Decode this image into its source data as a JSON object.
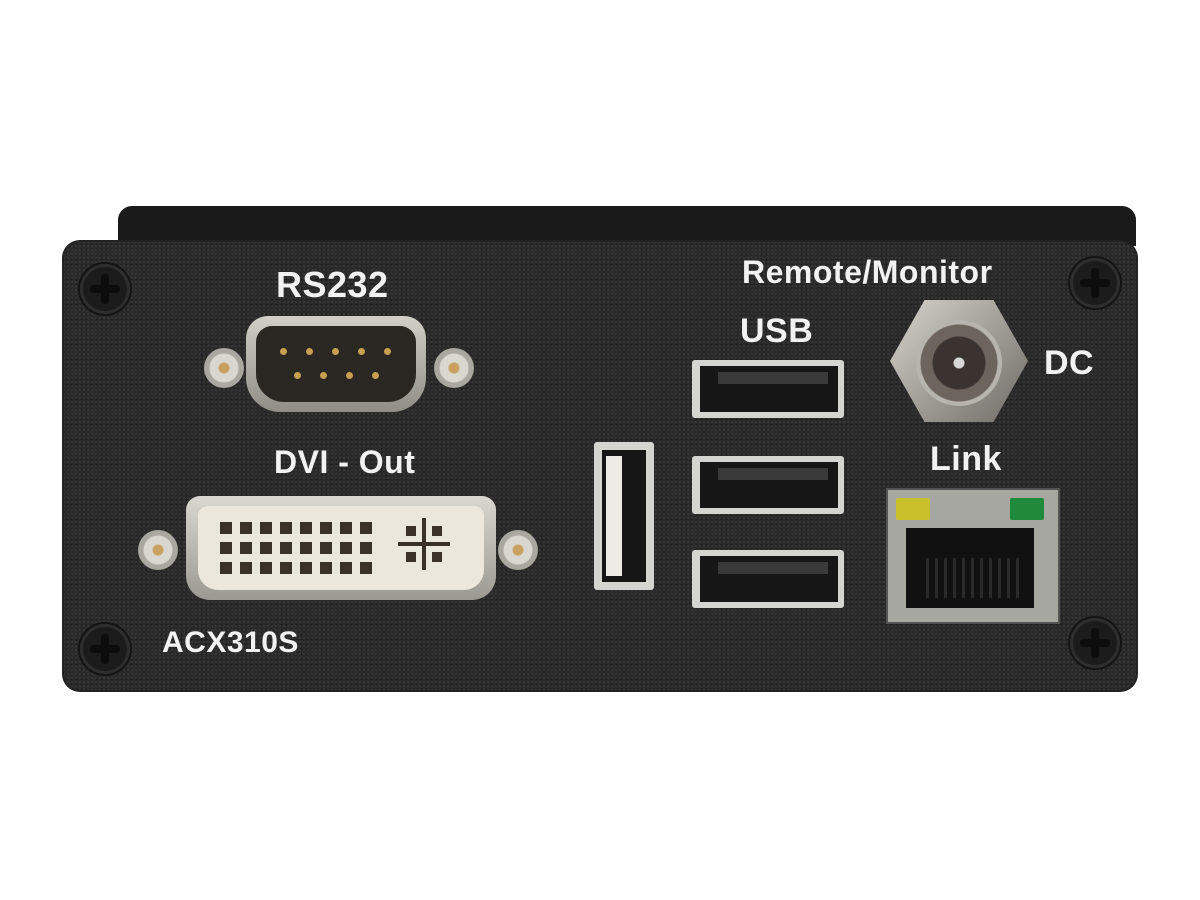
{
  "device": {
    "model": "ACX310S",
    "panel_color": "#2a2a2a",
    "label_color": "#f2f2f2"
  },
  "ports": {
    "rs232": {
      "label": "RS232",
      "type": "DB9 male serial connector"
    },
    "dvi": {
      "label": "DVI - Out",
      "type": "DVI-D connector"
    },
    "usb": {
      "label": "USB",
      "count": 4,
      "type": "USB Type-A"
    },
    "dc": {
      "label": "DC",
      "type": "DC power jack"
    },
    "link": {
      "label": "Link",
      "type": "RJ45 ethernet",
      "leds": [
        {
          "position": "left",
          "color": "#c8c02a"
        },
        {
          "position": "right",
          "color": "#1e8a3a"
        }
      ]
    },
    "remote_monitor": {
      "label": "Remote/Monitor"
    }
  }
}
